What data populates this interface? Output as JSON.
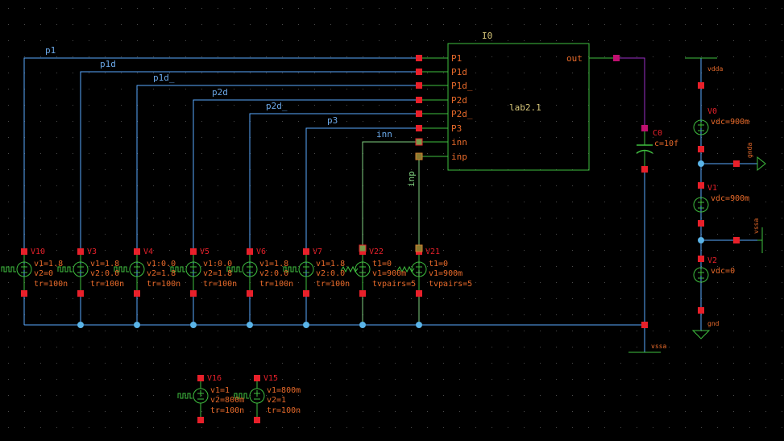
{
  "colors": {
    "background": "#000000",
    "grid_dot": "#4a4a4a",
    "wire": "#5aaaff",
    "wire_green": "#7fd07f",
    "wire_purple": "#9b30c8",
    "component": "#3fbf3f",
    "pin": "#e8202a",
    "label": "#d9c87a",
    "prop_text": "#e86a2a",
    "instance_name": "#e8202a",
    "net_label": "#6aa8e8",
    "junction": "#5ab4e8"
  },
  "instance": {
    "name": "I0",
    "cell": "lab2.1",
    "input_pins": [
      "P1",
      "P1d",
      "P1d_",
      "P2d",
      "P2d_",
      "P3",
      "inn",
      "inp"
    ],
    "output_pin": "out"
  },
  "nets": {
    "p1": "p1",
    "p1d": "p1d",
    "p1d_": "p1d_",
    "p2d": "p2d",
    "p2d_": "p2d_",
    "p3": "p3",
    "inn": "inn",
    "inp": "inp",
    "vdda": "vdda",
    "gnda": "gnda",
    "vssa": "vssa",
    "vssa2": "vssa",
    "gnd": "gnd"
  },
  "sources": [
    {
      "name": "V10",
      "p1": "v1=1.8",
      "p2": "v2=0",
      "p3": "tr=100n"
    },
    {
      "name": "V3",
      "p1": "v1=1.8",
      "p2": "v2:0.0",
      "p3": "tr=100n"
    },
    {
      "name": "V4",
      "p1": "v1:0.0",
      "p2": "v2=1.8",
      "p3": "tr=100n"
    },
    {
      "name": "V5",
      "p1": "v1:0.0",
      "p2": "v2=1.8",
      "p3": "tr=100n"
    },
    {
      "name": "V6",
      "p1": "v1=1.8",
      "p2": "v2:0.0",
      "p3": "tr=100n"
    },
    {
      "name": "V7",
      "p1": "v1=1.8",
      "p2": "v2:0.0",
      "p3": "tr=100n"
    },
    {
      "name": "V22",
      "p1": "t1=0",
      "p2": "v1=900m",
      "p3": "tvpairs=5"
    },
    {
      "name": "V21",
      "p1": "t1=0",
      "p2": "v1=900m",
      "p3": "tvpairs=5"
    }
  ],
  "supplies": [
    {
      "name": "V0",
      "prop": "vdc=900m"
    },
    {
      "name": "V1",
      "prop": "vdc=900m"
    },
    {
      "name": "V2",
      "prop": "vdc=0"
    }
  ],
  "capacitor": {
    "name": "C0",
    "prop": "c=10f"
  },
  "bottom_sources": [
    {
      "name": "V16",
      "p1": "v1=1",
      "p2": "v2=800m",
      "p3": "tr=100n"
    },
    {
      "name": "V15",
      "p1": "v1=800m",
      "p2": "v2=1",
      "p3": "tr=100n"
    }
  ]
}
